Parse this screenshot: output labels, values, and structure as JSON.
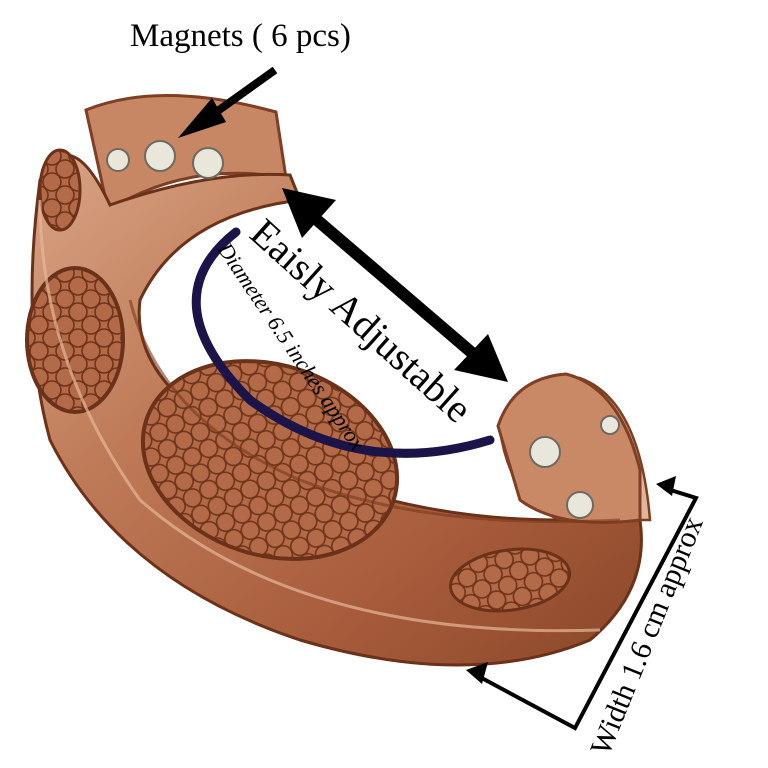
{
  "image": {
    "subject": "bracelet",
    "background_color": "#ffffff",
    "colors": {
      "copper_light": "#d39a78",
      "copper_mid": "#b8704f",
      "copper_dark": "#7e3f24",
      "copper_shadow": "#5e2c17",
      "magnet": "#e9e6dc",
      "diameter_arc": "#1a1448",
      "arrow": "#000000"
    }
  },
  "annotations": {
    "magnets": "Magnets ( 6 pcs)",
    "adjustable": "Eaisly Adjustable",
    "diameter": "Diameter 6.5 inches approx",
    "width": "Width 1.6 cm approx"
  }
}
